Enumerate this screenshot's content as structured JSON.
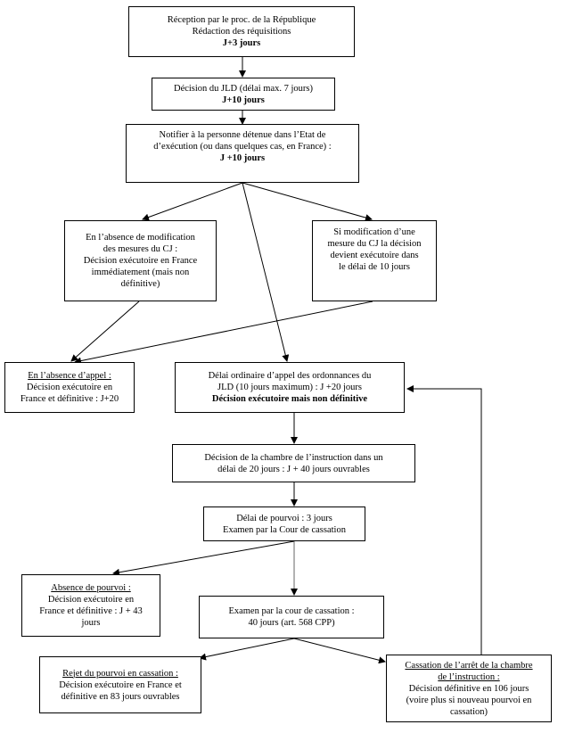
{
  "boxes": {
    "reception": {
      "line1": "Réception par le proc. de la République",
      "line2": "Rédaction des réquisitions",
      "line3": "J+3 jours"
    },
    "jld": {
      "line1": "Décision du JLD (délai max. 7 jours)",
      "line2": "J+10 jours"
    },
    "notifier": {
      "line1": "Notifier à la personne détenue dans l’Etat de",
      "line2": "d’exécution (ou dans quelques cas, en France)  :",
      "line3": "J +10 jours"
    },
    "absence_modif": {
      "line1": "En l’absence de modification",
      "line2": "des mesures du CJ :",
      "line3": "Décision exécutoire en France",
      "line4": "immédiatement (mais non",
      "line5": "définitive)"
    },
    "si_modif": {
      "line1": "Si modification d’une",
      "line2": "mesure du CJ la décision",
      "line3": "devient exécutoire dans",
      "line4": "le délai de 10 jours"
    },
    "absence_appel": {
      "title": "En l’absence d’appel :",
      "line1": "Décision exécutoire en",
      "line2": "France et définitive : J+20"
    },
    "delai_appel": {
      "line1": "Délai ordinaire  d’appel  des ordonnances du",
      "line2": "JLD (10 jours maximum) : J +20 jours",
      "line3": "Décision exécutoire mais non définitive"
    },
    "chambre": {
      "line1": "Décision de la chambre de l’instruction dans un",
      "line2": "délai de 20 jours : J + 40 jours ouvrables"
    },
    "pourvoi": {
      "line1": "Délai de pourvoi : 3 jours",
      "line2": "Examen par la Cour de cassation"
    },
    "absence_pourvoi": {
      "title": "Absence de pourvoi :",
      "line1": "Décision exécutoire en",
      "line2": "France et définitive : J + 43",
      "line3": "jours"
    },
    "examen": {
      "line1": "Examen par la cour de cassation :",
      "line2": "40 jours (art. 568 CPP)"
    },
    "rejet": {
      "title": "Rejet du pourvoi en cassation :",
      "line1": "Décision exécutoire en France et",
      "line2": "définitive en 83 jours ouvrables"
    },
    "cassation": {
      "title1": "Cassation de l’arrêt de la chambre",
      "title2": "de l’instruction :",
      "line1": "Décision définitive en 106  jours",
      "line2": "(voire plus si nouveau pourvoi en",
      "line3": "cassation)"
    }
  }
}
